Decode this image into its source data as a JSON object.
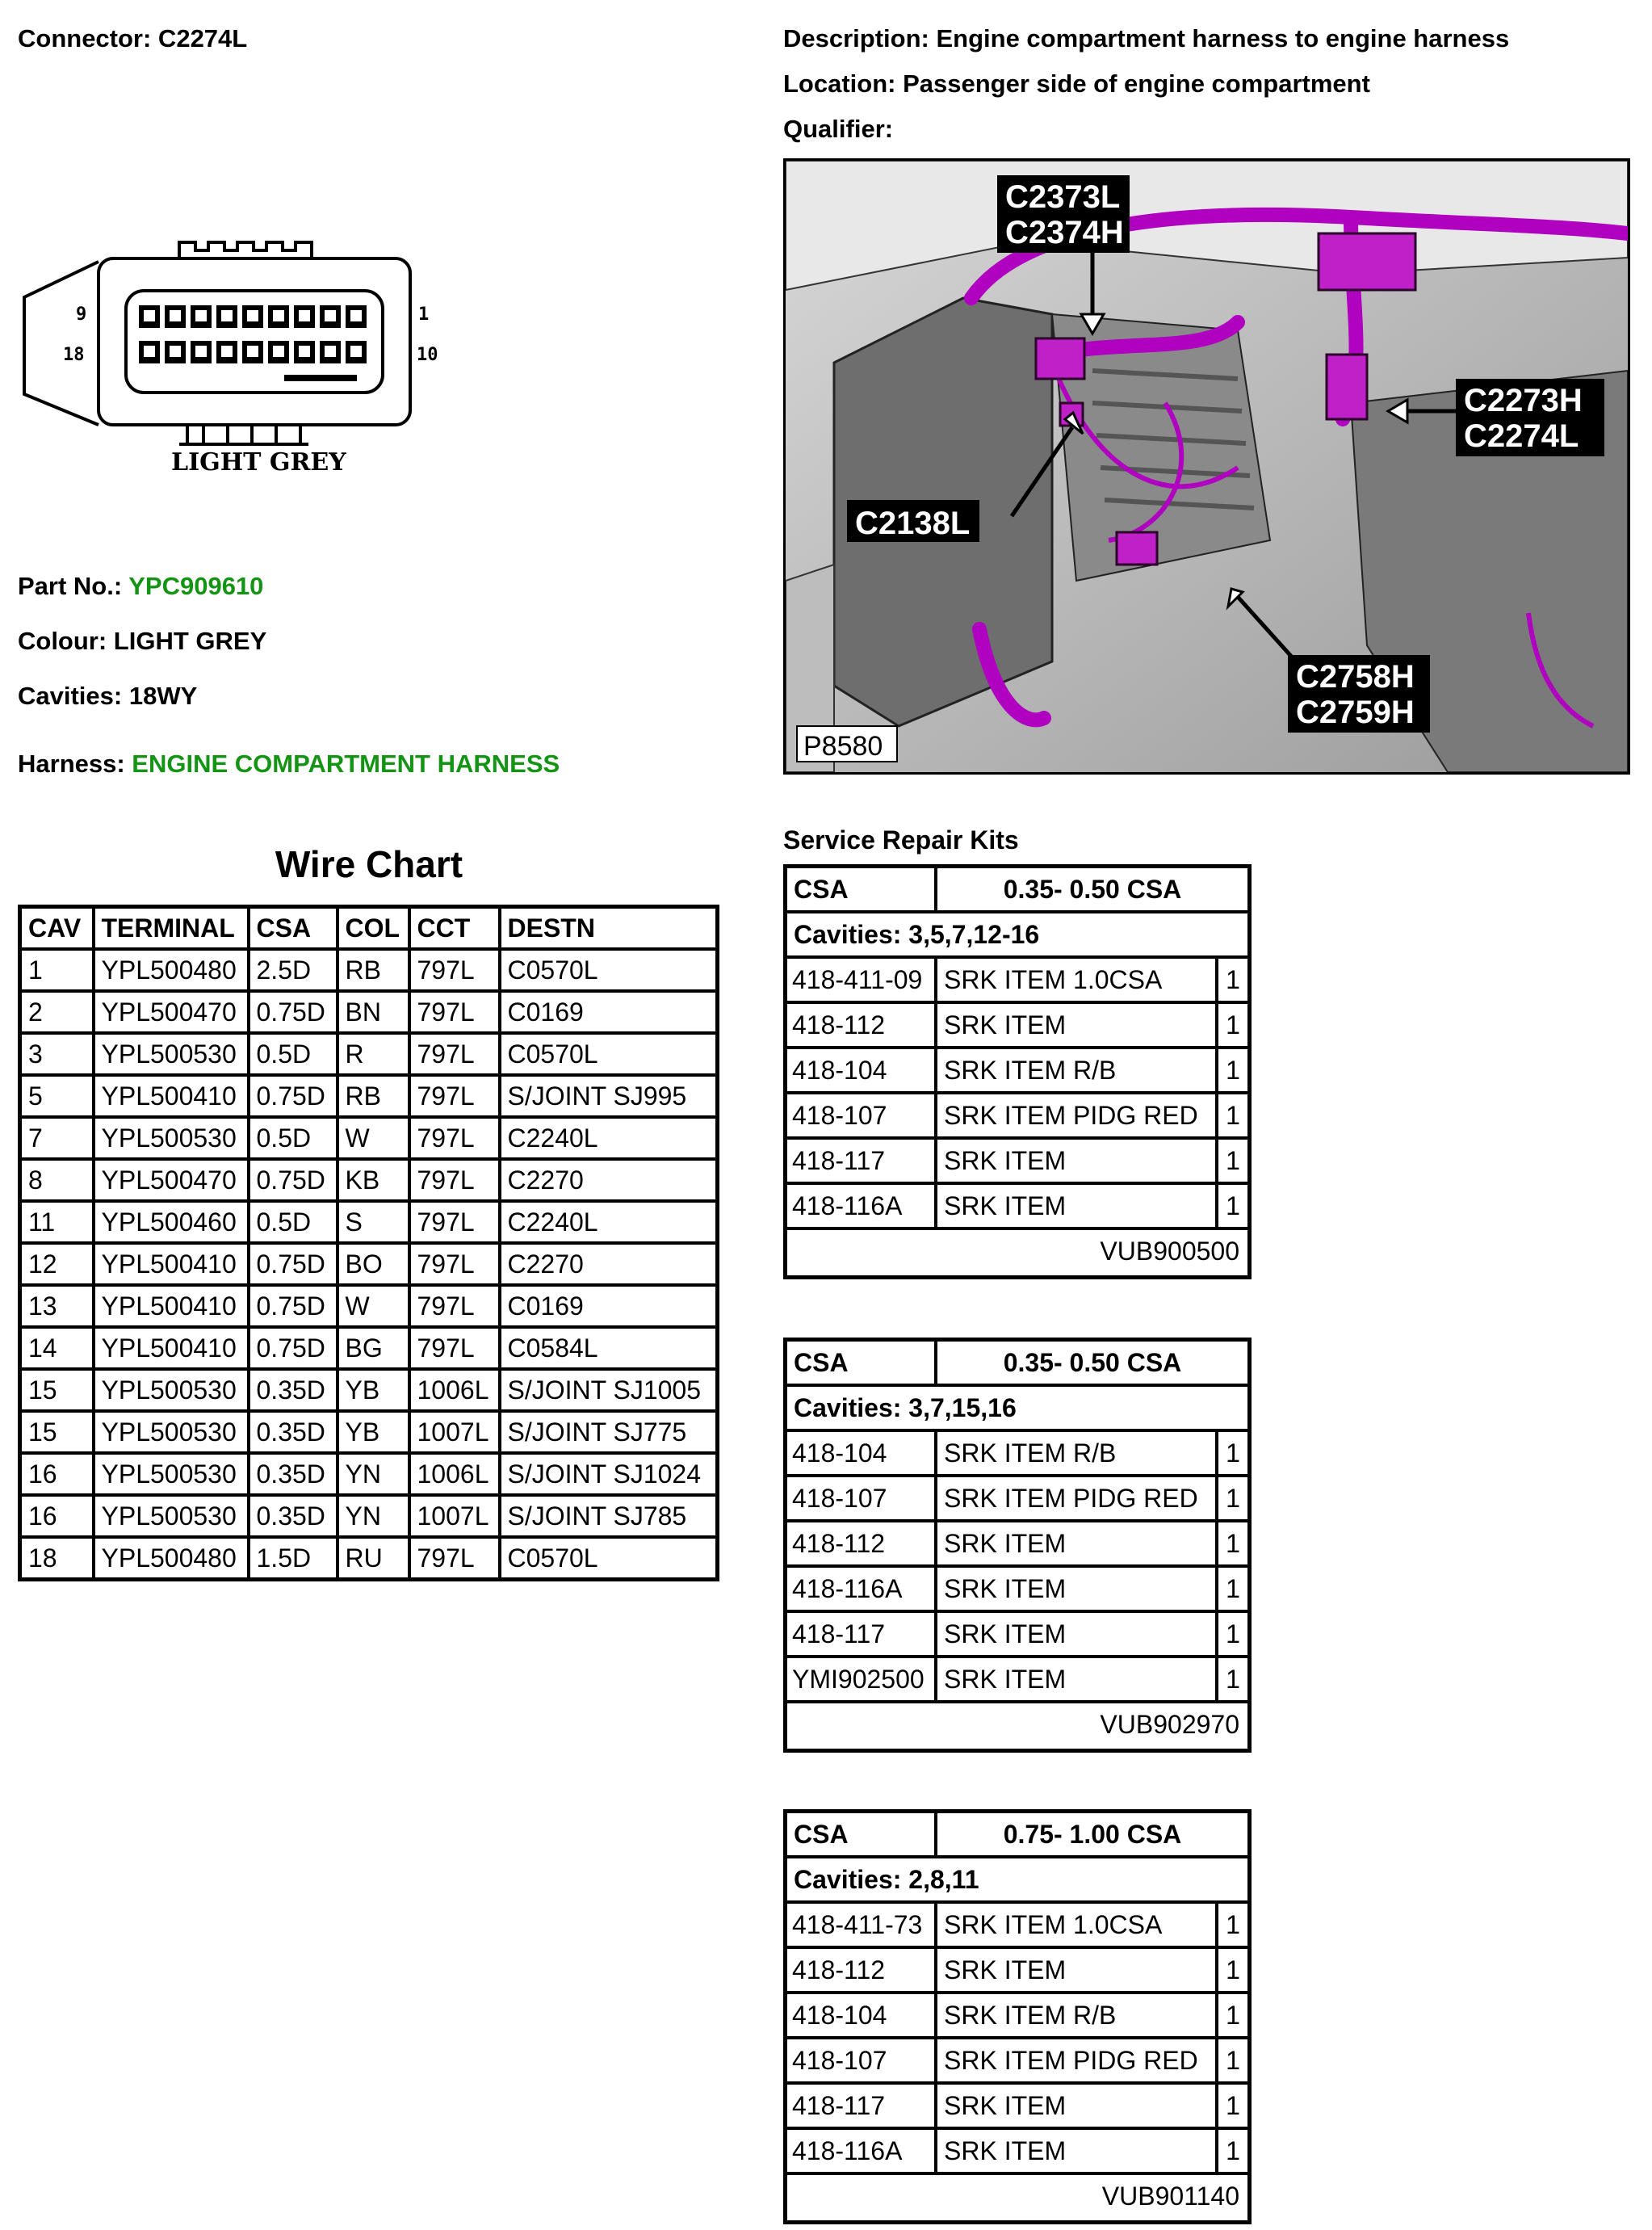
{
  "header": {
    "connector": "Connector: C2274L",
    "description": "Description: Engine compartment harness to engine harness",
    "location": "Location: Passenger side of engine compartment",
    "qualifier": "Qualifier:"
  },
  "connector_face": {
    "label": "LIGHT GREY",
    "pin_left_top": "9",
    "pin_left_bottom": "18",
    "pin_right_top": "1",
    "pin_right_bottom": "10"
  },
  "details": {
    "part_label": "Part No.: ",
    "part_value": "YPC909610",
    "colour": "Colour: LIGHT GREY",
    "cavities": "Cavities: 18WY",
    "harness_label": "Harness: ",
    "harness_value": "ENGINE COMPARTMENT HARNESS"
  },
  "photo": {
    "callouts": [
      "C2373L",
      "C2374H",
      "C2273H",
      "C2274L",
      "C2138L",
      "C2758H",
      "C2759H"
    ],
    "ref": "P8580",
    "wire_color": "#b000c0"
  },
  "wire_chart": {
    "title": "Wire Chart",
    "headers": [
      "CAV",
      "TERMINAL",
      "CSA",
      "COL",
      "CCT",
      "DESTN"
    ],
    "rows": [
      [
        "1",
        "YPL500480",
        "2.5D",
        "RB",
        "797L",
        "C0570L"
      ],
      [
        "2",
        "YPL500470",
        "0.75D",
        "BN",
        "797L",
        "C0169"
      ],
      [
        "3",
        "YPL500530",
        "0.5D",
        "R",
        "797L",
        "C0570L"
      ],
      [
        "5",
        "YPL500410",
        "0.75D",
        "RB",
        "797L",
        "S/JOINT SJ995"
      ],
      [
        "7",
        "YPL500530",
        "0.5D",
        "W",
        "797L",
        "C2240L"
      ],
      [
        "8",
        "YPL500470",
        "0.75D",
        "KB",
        "797L",
        "C2270"
      ],
      [
        "11",
        "YPL500460",
        "0.5D",
        "S",
        "797L",
        "C2240L"
      ],
      [
        "12",
        "YPL500410",
        "0.75D",
        "BO",
        "797L",
        "C2270"
      ],
      [
        "13",
        "YPL500410",
        "0.75D",
        "W",
        "797L",
        "C0169"
      ],
      [
        "14",
        "YPL500410",
        "0.75D",
        "BG",
        "797L",
        "C0584L"
      ],
      [
        "15",
        "YPL500530",
        "0.35D",
        "YB",
        "1006L",
        "S/JOINT SJ1005"
      ],
      [
        "15",
        "YPL500530",
        "0.35D",
        "YB",
        "1007L",
        "S/JOINT SJ775"
      ],
      [
        "16",
        "YPL500530",
        "0.35D",
        "YN",
        "1006L",
        "S/JOINT SJ1024"
      ],
      [
        "16",
        "YPL500530",
        "0.35D",
        "YN",
        "1007L",
        "S/JOINT SJ785"
      ],
      [
        "18",
        "YPL500480",
        "1.5D",
        "RU",
        "797L",
        "C0570L"
      ]
    ]
  },
  "service_kits": {
    "label": "Service Repair Kits",
    "kits": [
      {
        "csa_label": "CSA",
        "csa_range": "0.35- 0.50 CSA",
        "cavities": "Cavities: 3,5,7,12-16",
        "items": [
          [
            "418-411-09",
            "SRK ITEM 1.0CSA",
            "1"
          ],
          [
            "418-112",
            "SRK ITEM",
            "1"
          ],
          [
            "418-104",
            "SRK ITEM R/B",
            "1"
          ],
          [
            "418-107",
            "SRK ITEM PIDG RED",
            "1"
          ],
          [
            "418-117",
            "SRK ITEM",
            "1"
          ],
          [
            "418-116A",
            "SRK ITEM",
            "1"
          ]
        ],
        "kit_part": "VUB900500"
      },
      {
        "csa_label": "CSA",
        "csa_range": "0.35- 0.50 CSA",
        "cavities": "Cavities: 3,7,15,16",
        "items": [
          [
            "418-104",
            "SRK ITEM R/B",
            "1"
          ],
          [
            "418-107",
            "SRK ITEM PIDG RED",
            "1"
          ],
          [
            "418-112",
            "SRK ITEM",
            "1"
          ],
          [
            "418-116A",
            "SRK ITEM",
            "1"
          ],
          [
            "418-117",
            "SRK ITEM",
            "1"
          ],
          [
            "YMI902500",
            "SRK ITEM",
            "1"
          ]
        ],
        "kit_part": "VUB902970"
      },
      {
        "csa_label": "CSA",
        "csa_range": "0.75- 1.00 CSA",
        "cavities": "Cavities: 2,8,11",
        "items": [
          [
            "418-411-73",
            "SRK ITEM 1.0CSA",
            "1"
          ],
          [
            "418-112",
            "SRK ITEM",
            "1"
          ],
          [
            "418-104",
            "SRK ITEM R/B",
            "1"
          ],
          [
            "418-107",
            "SRK ITEM PIDG RED",
            "1"
          ],
          [
            "418-117",
            "SRK ITEM",
            "1"
          ],
          [
            "418-116A",
            "SRK ITEM",
            "1"
          ]
        ],
        "kit_part": "VUB901140"
      }
    ]
  }
}
